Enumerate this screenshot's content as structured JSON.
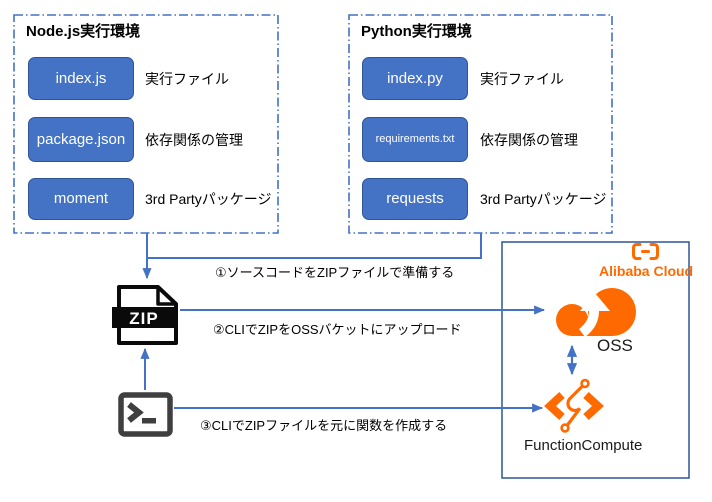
{
  "colors": {
    "accent_blue": "#4472C4",
    "pill_border": "#2F5597",
    "cloud_box_border": "#2F5597",
    "alibaba_orange": "#FF6A00",
    "terminal_gray": "#3F3F3F",
    "zip_black": "#0A0A0A"
  },
  "node_env": {
    "title": "Node.js実行環境",
    "items": [
      {
        "file": "index.js",
        "desc": "実行ファイル"
      },
      {
        "file": "package.json",
        "desc": "依存関係の管理"
      },
      {
        "file": "moment",
        "desc": "3rd Partyパッケージ"
      }
    ]
  },
  "python_env": {
    "title": "Python実行環境",
    "items": [
      {
        "file": "index.py",
        "desc": "実行ファイル"
      },
      {
        "file": "requirements.txt",
        "desc": "依存関係の管理"
      },
      {
        "file": "requests",
        "desc": "3rd Partyパッケージ"
      }
    ]
  },
  "steps": [
    {
      "label": "①ソースコードをZIPファイルで準備する"
    },
    {
      "label": "②CLIでZIPをOSSバケットにアップロード"
    },
    {
      "label": "③CLIでZIPファイルを元に関数を作成する"
    }
  ],
  "cloud": {
    "brand": "Alibaba Cloud",
    "oss_label": "OSS",
    "fc_label": "FunctionCompute"
  },
  "icons": {
    "zip_band_label": "ZIP",
    "zip_file": "zip-document",
    "terminal": ">_",
    "oss_cloud": "orange-cloud-with-up-arrow",
    "function_compute": "code-brackets-circuit",
    "alibaba_logo": "(-)"
  }
}
